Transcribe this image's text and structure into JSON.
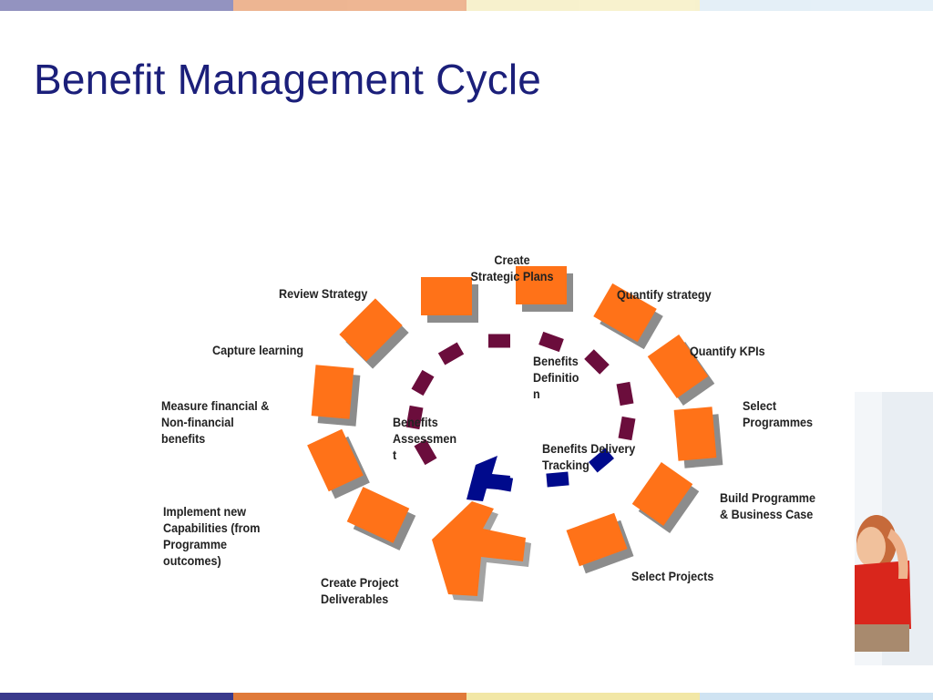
{
  "title": "Benefit Management Cycle",
  "colors": {
    "title": "#1b1f7a",
    "outer_block": "#ff7218",
    "shadow": "#8c8c8c",
    "inner_block": "#6b0d3c",
    "tracking_block": "#000a8c",
    "arrow": "#ff7218"
  },
  "outer_cycle": [
    "Create\nStrategic Plans",
    "Quantify strategy",
    "Quantify KPIs",
    "Select\nProgrammes",
    "Build Programme\n& Business Case",
    "Select Projects",
    "Create Project\nDeliverables",
    "Implement new\nCapabilities (from\nProgramme\noutcomes)",
    "Measure financial &\nNon-financial\nbenefits",
    "Capture  learning",
    "Review Strategy"
  ],
  "inner_cycle": [
    "Benefits\nDefinitio\nn",
    "Benefits Delivery\nTracking",
    "Benefits\nAssessmen\nt"
  ]
}
